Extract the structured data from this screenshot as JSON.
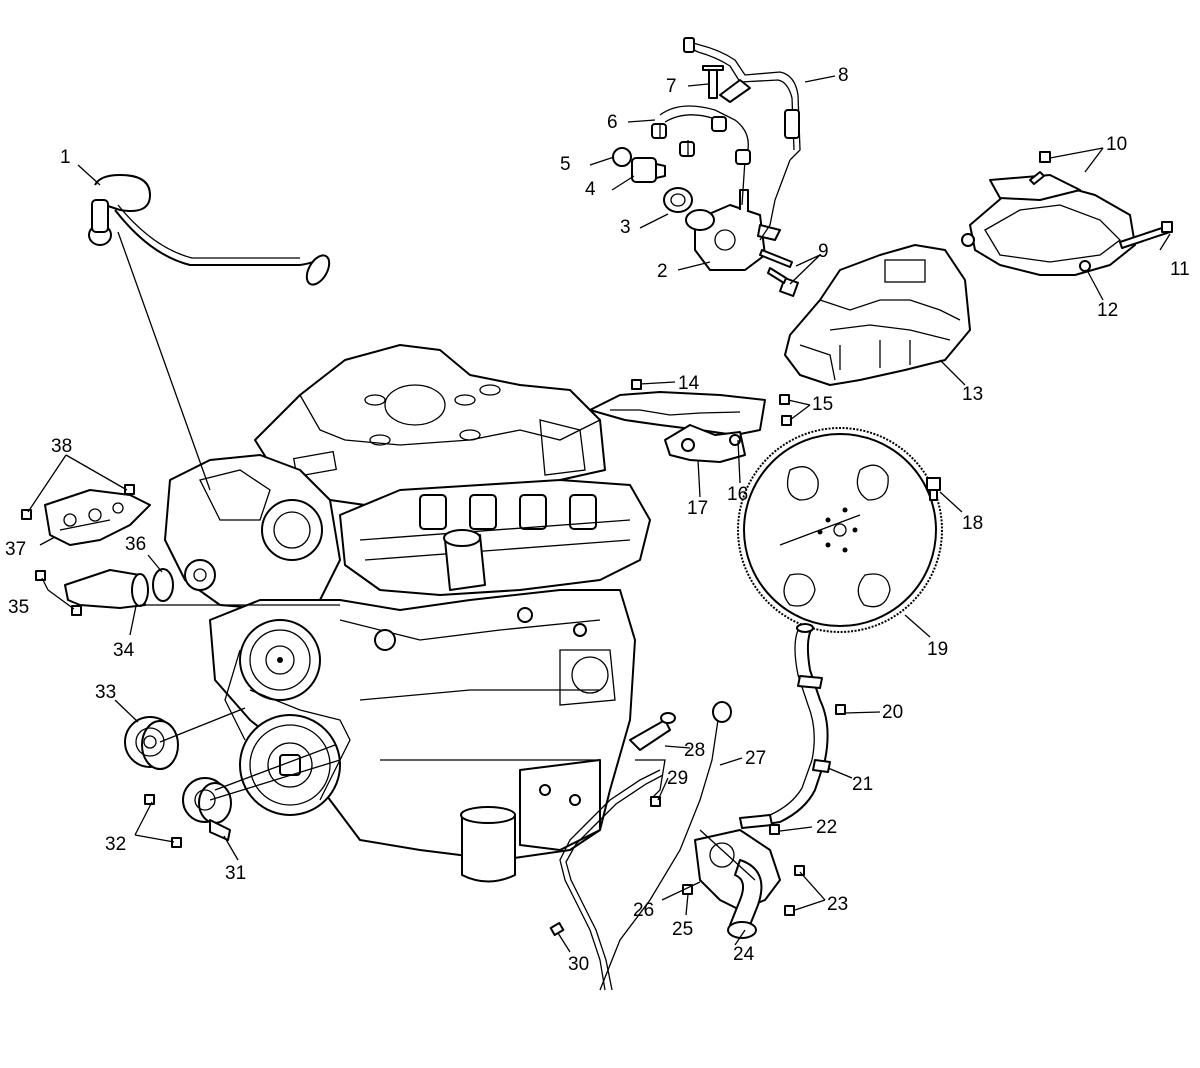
{
  "figure": {
    "description": "",
    "callouts": [
      "1",
      "2",
      "3",
      "4",
      "5",
      "6",
      "7",
      "8",
      "9",
      "10",
      "11",
      "12",
      "13",
      "14",
      "15",
      "16",
      "17",
      "18",
      "19",
      "20",
      "21",
      "22",
      "23",
      "24",
      "25",
      "26",
      "27",
      "28",
      "29",
      "30",
      "31",
      "32",
      "33",
      "34",
      "35",
      "36",
      "37",
      "38"
    ]
  }
}
